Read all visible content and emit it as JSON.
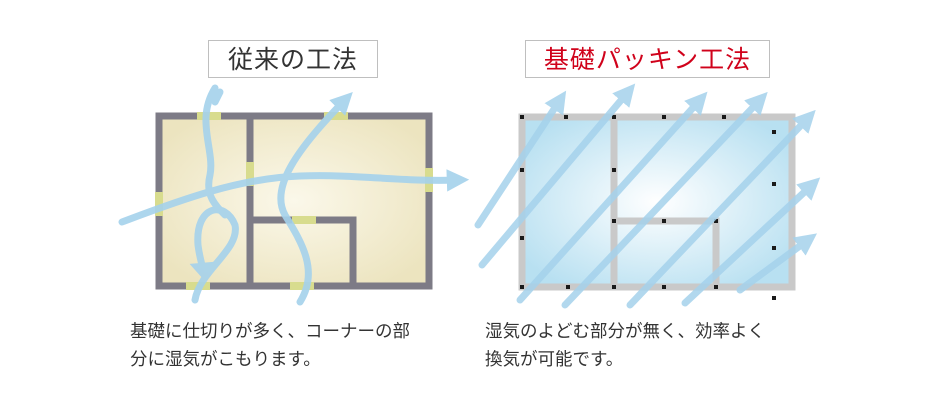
{
  "conventional": {
    "title": "従来の工法",
    "description_line1": "基礎に仕切りが多く、コーナーの部",
    "description_line2": "分に湿気がこもります。"
  },
  "packing": {
    "title": "基礎パッキン工法",
    "description_line1": "湿気のよどむ部分が無く、効率よく",
    "description_line2": "換気が可能です。"
  },
  "colors": {
    "wall_conventional": "#7d7b86",
    "wall_packing": "#c9c9c9",
    "room_conventional": "#efe8c6",
    "room_packing": "#bfe3f2",
    "vent_gap": "#d8dc8e",
    "airflow": "#a5d2ec",
    "title_red": "#d0021b"
  }
}
